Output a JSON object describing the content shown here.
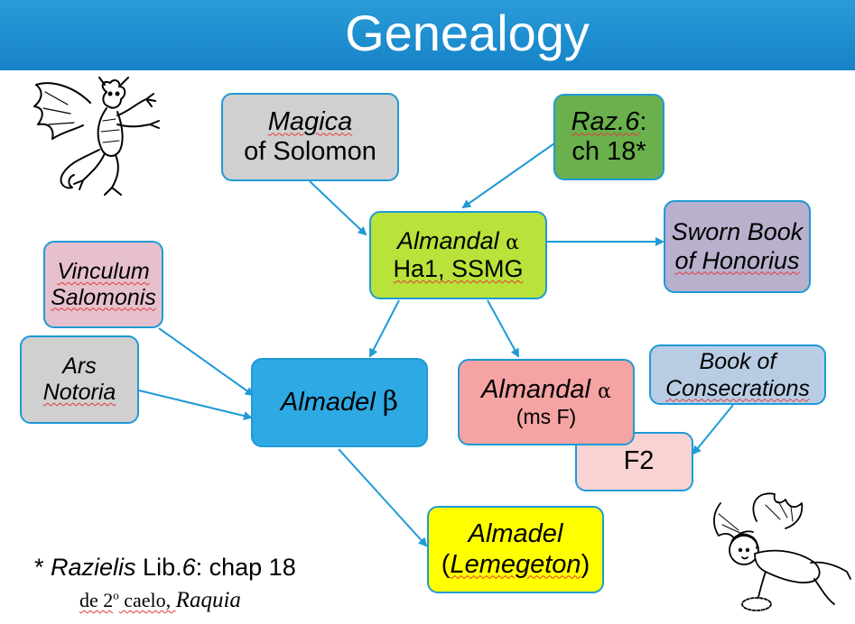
{
  "header": {
    "title": "Genealogy"
  },
  "nodes": {
    "magica": {
      "line1": "Magica",
      "line2": "of Solomon"
    },
    "raz": {
      "italic": "Raz.6",
      "suffix": ":",
      "line2": "ch 18*"
    },
    "almandal_a": {
      "italic": "Almandal",
      "greek": "α",
      "line2": "Ha1, SSMG"
    },
    "sworn": {
      "line1": "Sworn Book",
      "line2": "of Honorius"
    },
    "vinculum": {
      "line1": "Vinculum",
      "line2": "Salomonis"
    },
    "ars": {
      "line1": "Ars",
      "line2": "Notoria"
    },
    "almadel_b": {
      "italic": "Almadel",
      "greek": "β"
    },
    "almandal_f": {
      "italic": "Almandal",
      "greek": "α",
      "line2": "(ms F)"
    },
    "f2": {
      "label": "F2"
    },
    "consecrations": {
      "line1": "Book of",
      "line2": "Consecrations"
    },
    "almadel_lem": {
      "italic": "Almadel",
      "open": "(",
      "italic2": "Lemegeton",
      "close": ")"
    }
  },
  "footnote": {
    "star": "* ",
    "work": "Razielis",
    "lib": " Lib.",
    "num": "6",
    "rest": ": chap 18",
    "line2_a": "de 2",
    "line2_sup": "o",
    "line2_b": " caelo, ",
    "line2_c": "Raquia"
  },
  "colors": {
    "header": "#1683c8",
    "arrow": "#1f9ad6",
    "grey": "#d0d0d0",
    "green_dark": "#6ab04c",
    "green_light": "#b9e23a",
    "lavender": "#b8b0cc",
    "pink": "#e6c1cd",
    "blue": "#2fa9e3",
    "salmon": "#f5a3a3",
    "pink_light": "#f8d3d3",
    "blue_light": "#b8cde4",
    "yellow": "#ffff00"
  },
  "illustrations": [
    "devil-illustration",
    "cherub-illustration"
  ]
}
